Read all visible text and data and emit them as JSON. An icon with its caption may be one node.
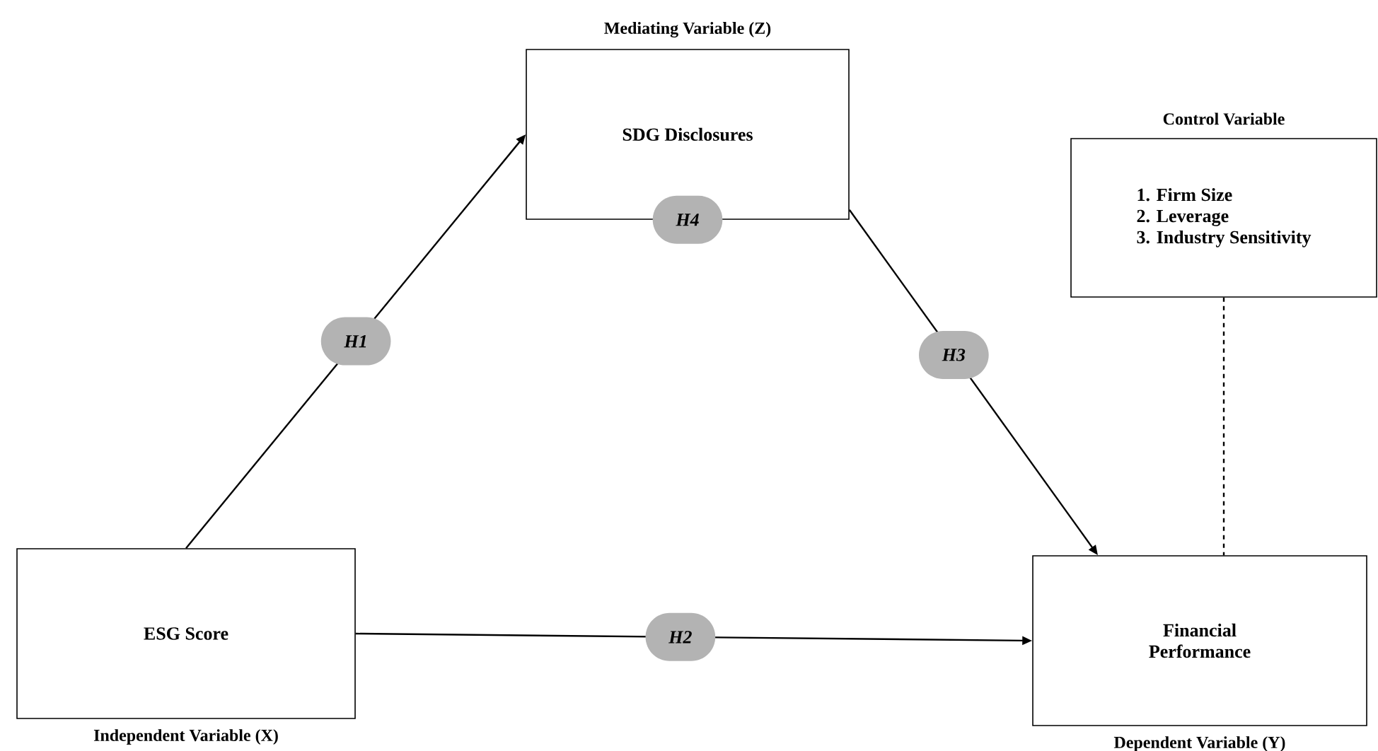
{
  "diagram": {
    "nodes": [
      {
        "text": [
          "Mediating Variable (Z)",
          "SDG Disclosures"
        ]
      },
      {
        "text": [
          "Control Variable",
          "1. Firm Size",
          "2. Leverage",
          "3. Industry Sensitivity"
        ]
      },
      {
        "text": [
          "ESG Score",
          "Independent Variable (X)"
        ]
      },
      {
        "text": [
          "Financial Performance",
          "Dependent Variable (Y)"
        ]
      }
    ],
    "edges": [
      {
        "from": 2,
        "to": 0,
        "arrow": "to",
        "label": "H1"
      },
      {
        "from": 0,
        "to": 3,
        "arrow": "to",
        "label": "H3"
      },
      {
        "from": 2,
        "to": 3,
        "arrow": "to",
        "label": "H2"
      },
      {
        "from": 1,
        "to": 3,
        "arrow": "none",
        "style": "dashed"
      }
    ],
    "labels": [
      "H4"
    ]
  }
}
